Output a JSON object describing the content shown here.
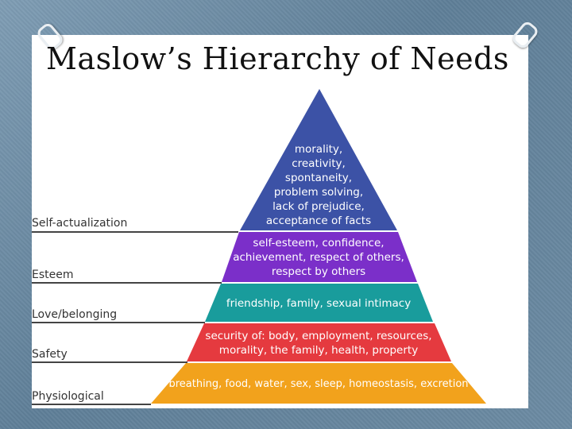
{
  "title": "Maslow’s Hierarchy of Needs",
  "colors": {
    "self_actualization": "#3c52a6",
    "esteem": "#7b2fc9",
    "love_belonging": "#199c9c",
    "safety": "#e53a3f",
    "physiological": "#f2a21c"
  },
  "levels": [
    {
      "label": "Self-actualization",
      "lines": [
        "morality,",
        "creativity,",
        "spontaneity,",
        "problem solving,",
        "lack of prejudice,",
        "acceptance of facts"
      ]
    },
    {
      "label": "Esteem",
      "lines": [
        "self-esteem, confidence,",
        "achievement, respect of others,",
        "respect by others"
      ]
    },
    {
      "label": "Love/belonging",
      "lines": [
        "friendship, family, sexual intimacy"
      ]
    },
    {
      "label": "Safety",
      "lines": [
        "security of: body, employment, resources,",
        "morality, the family, health, property"
      ]
    },
    {
      "label": "Physiological",
      "lines": [
        "breathing, food, water, sex, sleep, homeostasis, excretion"
      ]
    }
  ]
}
